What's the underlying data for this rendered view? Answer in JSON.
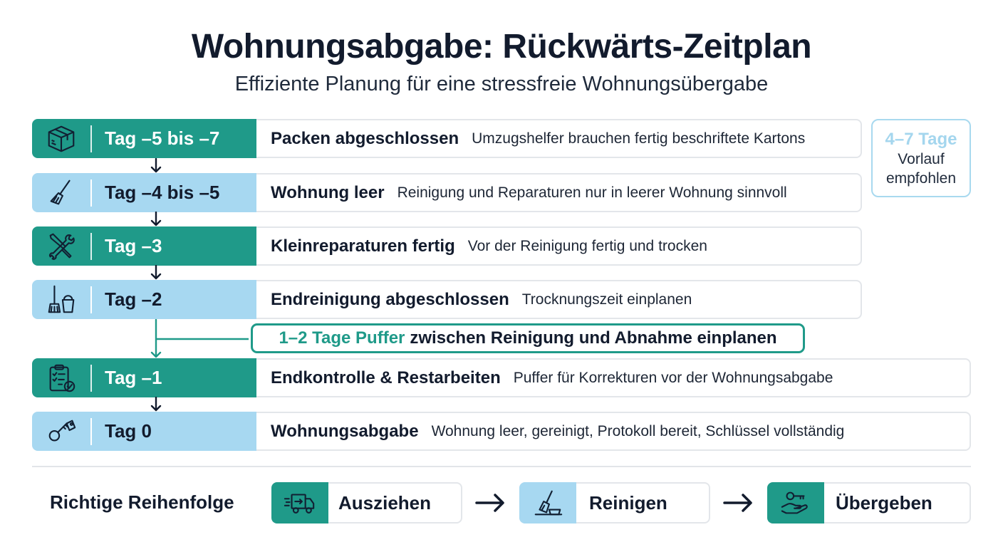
{
  "header": {
    "title": "Wohnungsabgabe: Rückwärts-Zeitplan",
    "subtitle": "Effiziente Planung für eine stressfreie Wohnungsübergabe"
  },
  "timeline": [
    {
      "tag": "Tag –5 bis –7",
      "title": "Packen abgeschlossen",
      "desc": "Umzugshelfer brauchen fertig beschriftete Kartons",
      "style": "teal",
      "icon": "box-icon"
    },
    {
      "tag": "Tag –4 bis –5",
      "title": "Wohnung leer",
      "desc": "Reinigung und Reparaturen nur in leerer Wohnung sinnvoll",
      "style": "light",
      "icon": "broom-icon"
    },
    {
      "tag": "Tag –3",
      "title": "Kleinreparaturen fertig",
      "desc": "Vor der Reinigung fertig und trocken",
      "style": "teal",
      "icon": "tools-icon"
    },
    {
      "tag": "Tag –2",
      "title": "Endreinigung abgeschlossen",
      "desc": "Trocknungszeit einplanen",
      "style": "light",
      "icon": "mop-bucket-icon"
    },
    {
      "tag": "Tag –1",
      "title": "Endkontrolle & Restarbeiten",
      "desc": "Puffer für Korrekturen vor der Wohnungsabgabe",
      "style": "teal",
      "icon": "checklist-icon"
    },
    {
      "tag": "Tag 0",
      "title": "Wohnungsabgabe",
      "desc": "Wohnung leer, gereinigt, Protokoll bereit, Schlüssel vollständig",
      "style": "light",
      "icon": "keys-icon"
    }
  ],
  "side_note": {
    "highlight": "4–7 Tage",
    "line1": "Vorlauf",
    "line2": "empfohlen"
  },
  "buffer_note": {
    "highlight": "1–2 Tage Puffer",
    "text": "zwischen Reinigung und Abnahme einplanen"
  },
  "sequence": {
    "label": "Richtige Reihenfolge",
    "steps": [
      {
        "label": "Ausziehen",
        "icon": "moving-truck-icon",
        "style": "teal"
      },
      {
        "label": "Reinigen",
        "icon": "broom-dustpan-icon",
        "style": "light"
      },
      {
        "label": "Übergeben",
        "icon": "key-handover-icon",
        "style": "teal"
      }
    ]
  },
  "colors": {
    "teal": "#1f9a89",
    "light_blue": "#a7d8f1",
    "dark_text": "#121b2d",
    "border": "#e3e6ea"
  }
}
